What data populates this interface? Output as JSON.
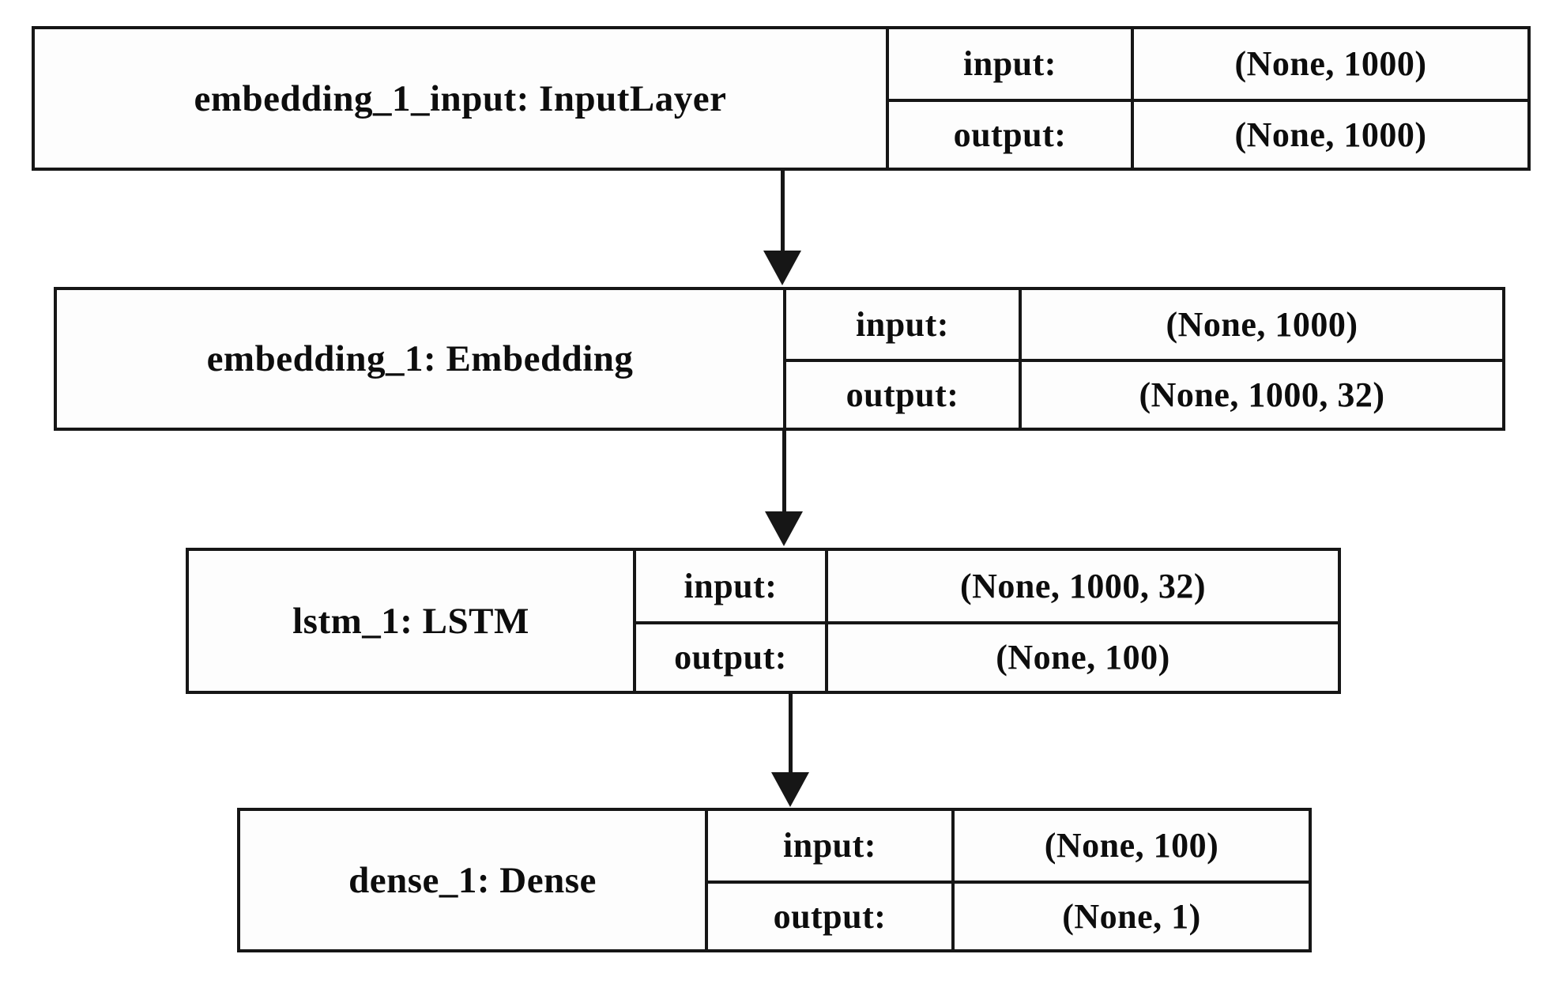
{
  "diagram": {
    "kind": "keras-model-architecture",
    "row_labels": {
      "input": "input:",
      "output": "output:"
    },
    "layers": [
      {
        "name": "embedding_1_input: InputLayer",
        "input_shape": "(None, 1000)",
        "output_shape": "(None, 1000)"
      },
      {
        "name": "embedding_1: Embedding",
        "input_shape": "(None, 1000)",
        "output_shape": "(None, 1000, 32)"
      },
      {
        "name": "lstm_1: LSTM",
        "input_shape": "(None, 1000, 32)",
        "output_shape": "(None, 100)"
      },
      {
        "name": "dense_1: Dense",
        "input_shape": "(None, 100)",
        "output_shape": "(None, 1)"
      }
    ],
    "colors": {
      "border": "#161616",
      "background": "#ffffff",
      "text": "#0d0d0d"
    }
  }
}
